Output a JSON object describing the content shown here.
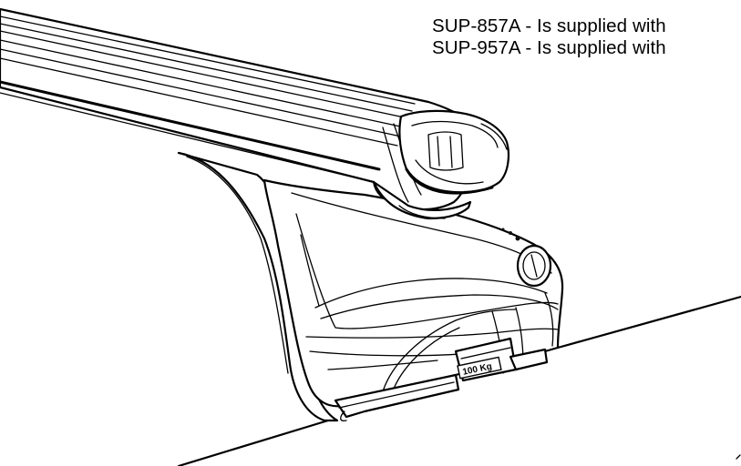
{
  "notes": {
    "line1": "SUP-857A - Is supplied with",
    "line2": "SUP-957A - Is supplied with"
  },
  "label": {
    "load_rating": "100 Kg"
  }
}
